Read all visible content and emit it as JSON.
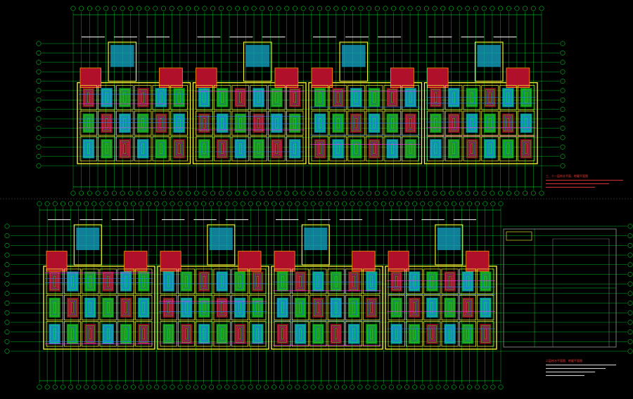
{
  "drawing": {
    "background": "#000000",
    "colors": {
      "grid": "#00ff33",
      "axis_bubble": "#00ff33",
      "wall": "#ffff33",
      "wall_alt": "#ff9900",
      "room_fill_red": "#b0102a",
      "room_fill_cyan": "#14a8c8",
      "room_fill_green": "#22aa22",
      "pipe_blue": "#2a7fff",
      "pipe_magenta": "#ff33ff",
      "text_white": "#ffffff",
      "text_red": "#ff3b3b",
      "section_divider": "#7a7a7a"
    },
    "plans": [
      {
        "id": "upper-floor-plan",
        "col_axes": 60,
        "row_axes": 14
      },
      {
        "id": "lower-floor-plan",
        "col_axes": 64,
        "row_axes": 14
      }
    ],
    "annotations": {
      "upper_right_note_title": "三、十一层给水平面、地暖平面图",
      "lower_right_note_title": "二层给水平面图、地暖平面图"
    }
  }
}
